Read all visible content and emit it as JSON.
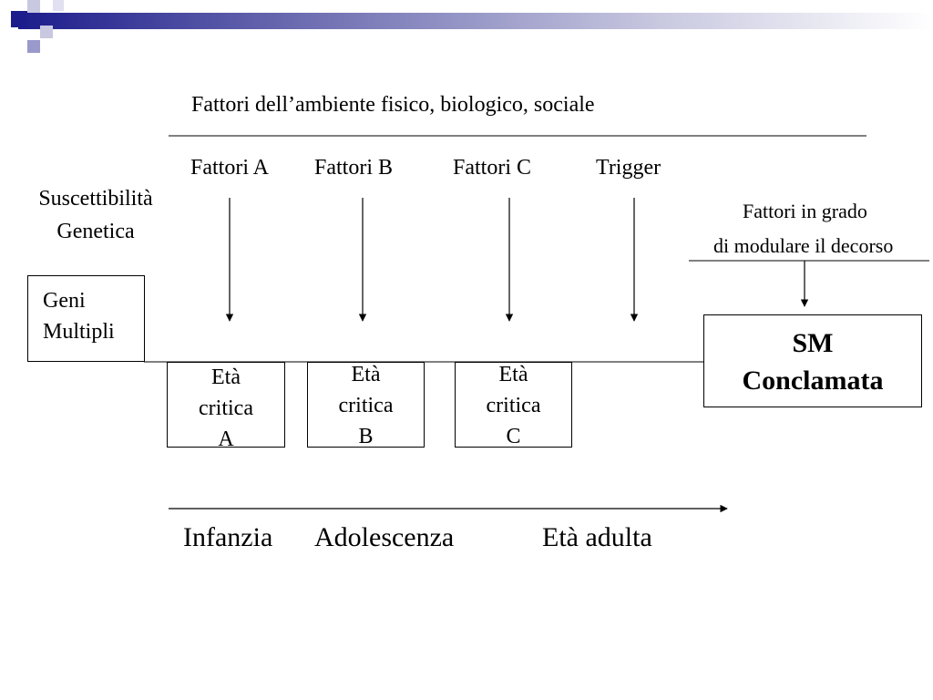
{
  "header": {
    "environment_label": "Fattori dell’ambiente fisico, biologico, sociale"
  },
  "factors": [
    {
      "label": "Fattori A"
    },
    {
      "label": "Fattori B"
    },
    {
      "label": "Fattori C"
    },
    {
      "label": "Trigger"
    }
  ],
  "genetics": {
    "label_line1": "Suscettibilità",
    "label_line2": "Genetica",
    "box_line1": "Geni",
    "box_line2": "Multipli"
  },
  "modulators": {
    "line1": "Fattori in grado",
    "line2": "di modulare il decorso"
  },
  "outcome": {
    "line1": "SM",
    "line2": "Conclamata"
  },
  "critical_ages": [
    {
      "line1": "Età",
      "line2": "critica",
      "line3": "A"
    },
    {
      "line1": "Età",
      "line2": "critica",
      "line3": "B"
    },
    {
      "line1": "Età",
      "line2": "critica",
      "line3": "C"
    }
  ],
  "life_stages": [
    {
      "label": "Infanzia"
    },
    {
      "label": "Adolescenza"
    },
    {
      "label": "Età adulta"
    }
  ],
  "colors": {
    "banner_dark": "#1c1c8c",
    "banner_light": "#9999cc",
    "line": "#000000"
  }
}
